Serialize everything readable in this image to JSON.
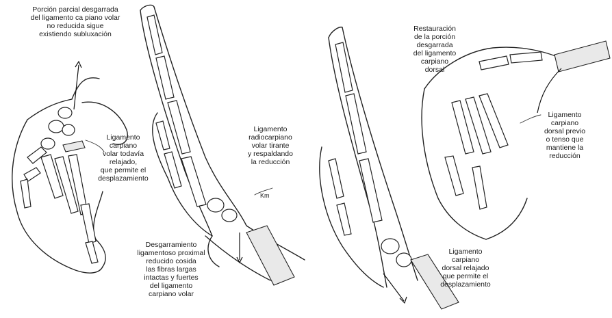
{
  "labels": {
    "top_left": [
      "Porción parcial desgarrada",
      "del ligamento ca piano volar",
      "no reducida sigue",
      "existiendo subluxación"
    ],
    "mid_left": [
      "Ligamento",
      "carpiano",
      "volar todavía",
      "relajado,",
      "que permite el",
      "desplazamiento"
    ],
    "bottom_center": [
      "Desgarramiento",
      "ligamentoso proximal",
      "reducido cosida",
      "las fibras largas",
      "intactas y fuertes",
      "del ligamento",
      "carpiano volar"
    ],
    "center_right": [
      "Ligamento",
      "radiocarpiano",
      "volar tirante",
      "y respaldando",
      "la reducción"
    ],
    "top_right": [
      "Restauración",
      "de la porción",
      "desgarrada",
      "del ligamento",
      "carpiano",
      "dorsal"
    ],
    "far_right": [
      "Ligamento",
      "carpiano",
      "dorsal previo",
      "o tenso que",
      "mantiene la",
      "reducción"
    ],
    "bottom_right": [
      "Ligamento",
      "carpiano",
      "dorsal relajado",
      "que permite el",
      "desplazamiento"
    ],
    "small_mark": "Km"
  }
}
